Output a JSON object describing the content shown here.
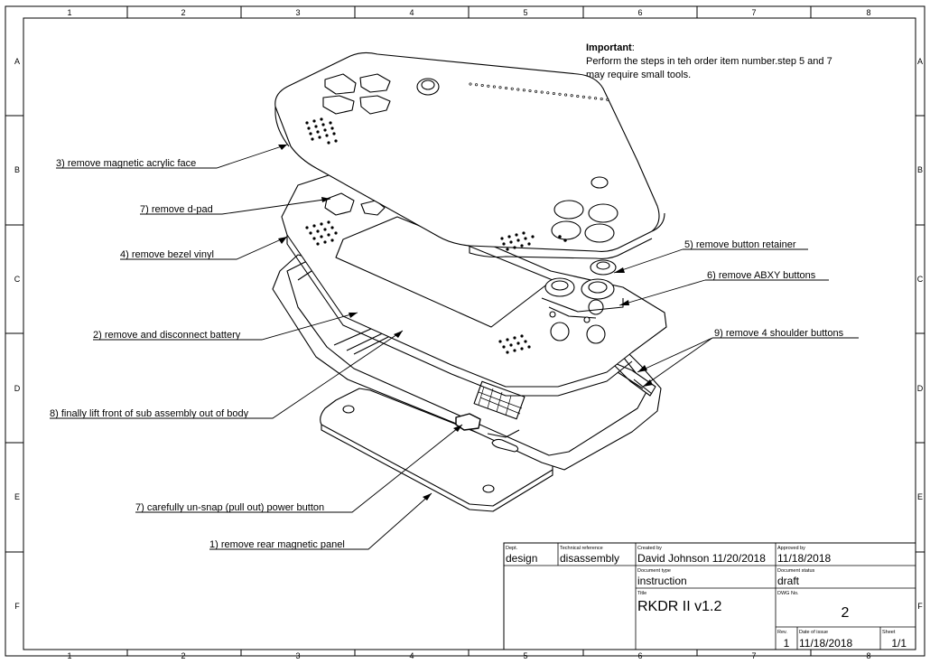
{
  "zones": {
    "columns": [
      "1",
      "2",
      "3",
      "4",
      "5",
      "6",
      "7",
      "8"
    ],
    "rows": [
      "A",
      "B",
      "C",
      "D",
      "E",
      "F"
    ]
  },
  "note": {
    "heading": "Important",
    "heading_suffix": ":",
    "line1": "Perform the steps in teh order item number.step 5 and 7",
    "line2": "may require small tools."
  },
  "callouts": {
    "c3_face": "3) remove magnetic acrylic face",
    "c7_dpad": "7) remove d-pad",
    "c4_bezel": "4) remove bezel vinyl",
    "c2_battery": "2) remove and disconnect battery",
    "c8_lift": "8) finally lift front of sub assembly out of body",
    "c7_power": "7) carefully un-snap (pull out) power button",
    "c1_panel": "1) remove rear magnetic panel",
    "c5_retainer": "5) remove button retainer",
    "c6_abxy": "6) remove ABXY buttons",
    "c9_shoulder": "9) remove 4 shoulder buttons"
  },
  "title_block": {
    "dept_label": "Dept.",
    "dept_value": "design",
    "techref_label": "Technical reference",
    "techref_value": "disassembly",
    "created_label": "Created by",
    "created_value": "David Johnson  11/20/2018",
    "approved_label": "Approved by",
    "approved_value": "11/18/2018",
    "doctype_label": "Document type",
    "doctype_value": "instruction",
    "docstatus_label": "Document status",
    "docstatus_value": "draft",
    "title_label": "Title",
    "title_value": "RKDR II v1.2",
    "dwg_label": "DWG No.",
    "dwg_value": "2",
    "rev_label": "Rev.",
    "rev_value": "1",
    "date_label": "Date of issue",
    "date_value": "11/18/2018",
    "sheet_label": "Sheet",
    "sheet_value": "1/1"
  }
}
